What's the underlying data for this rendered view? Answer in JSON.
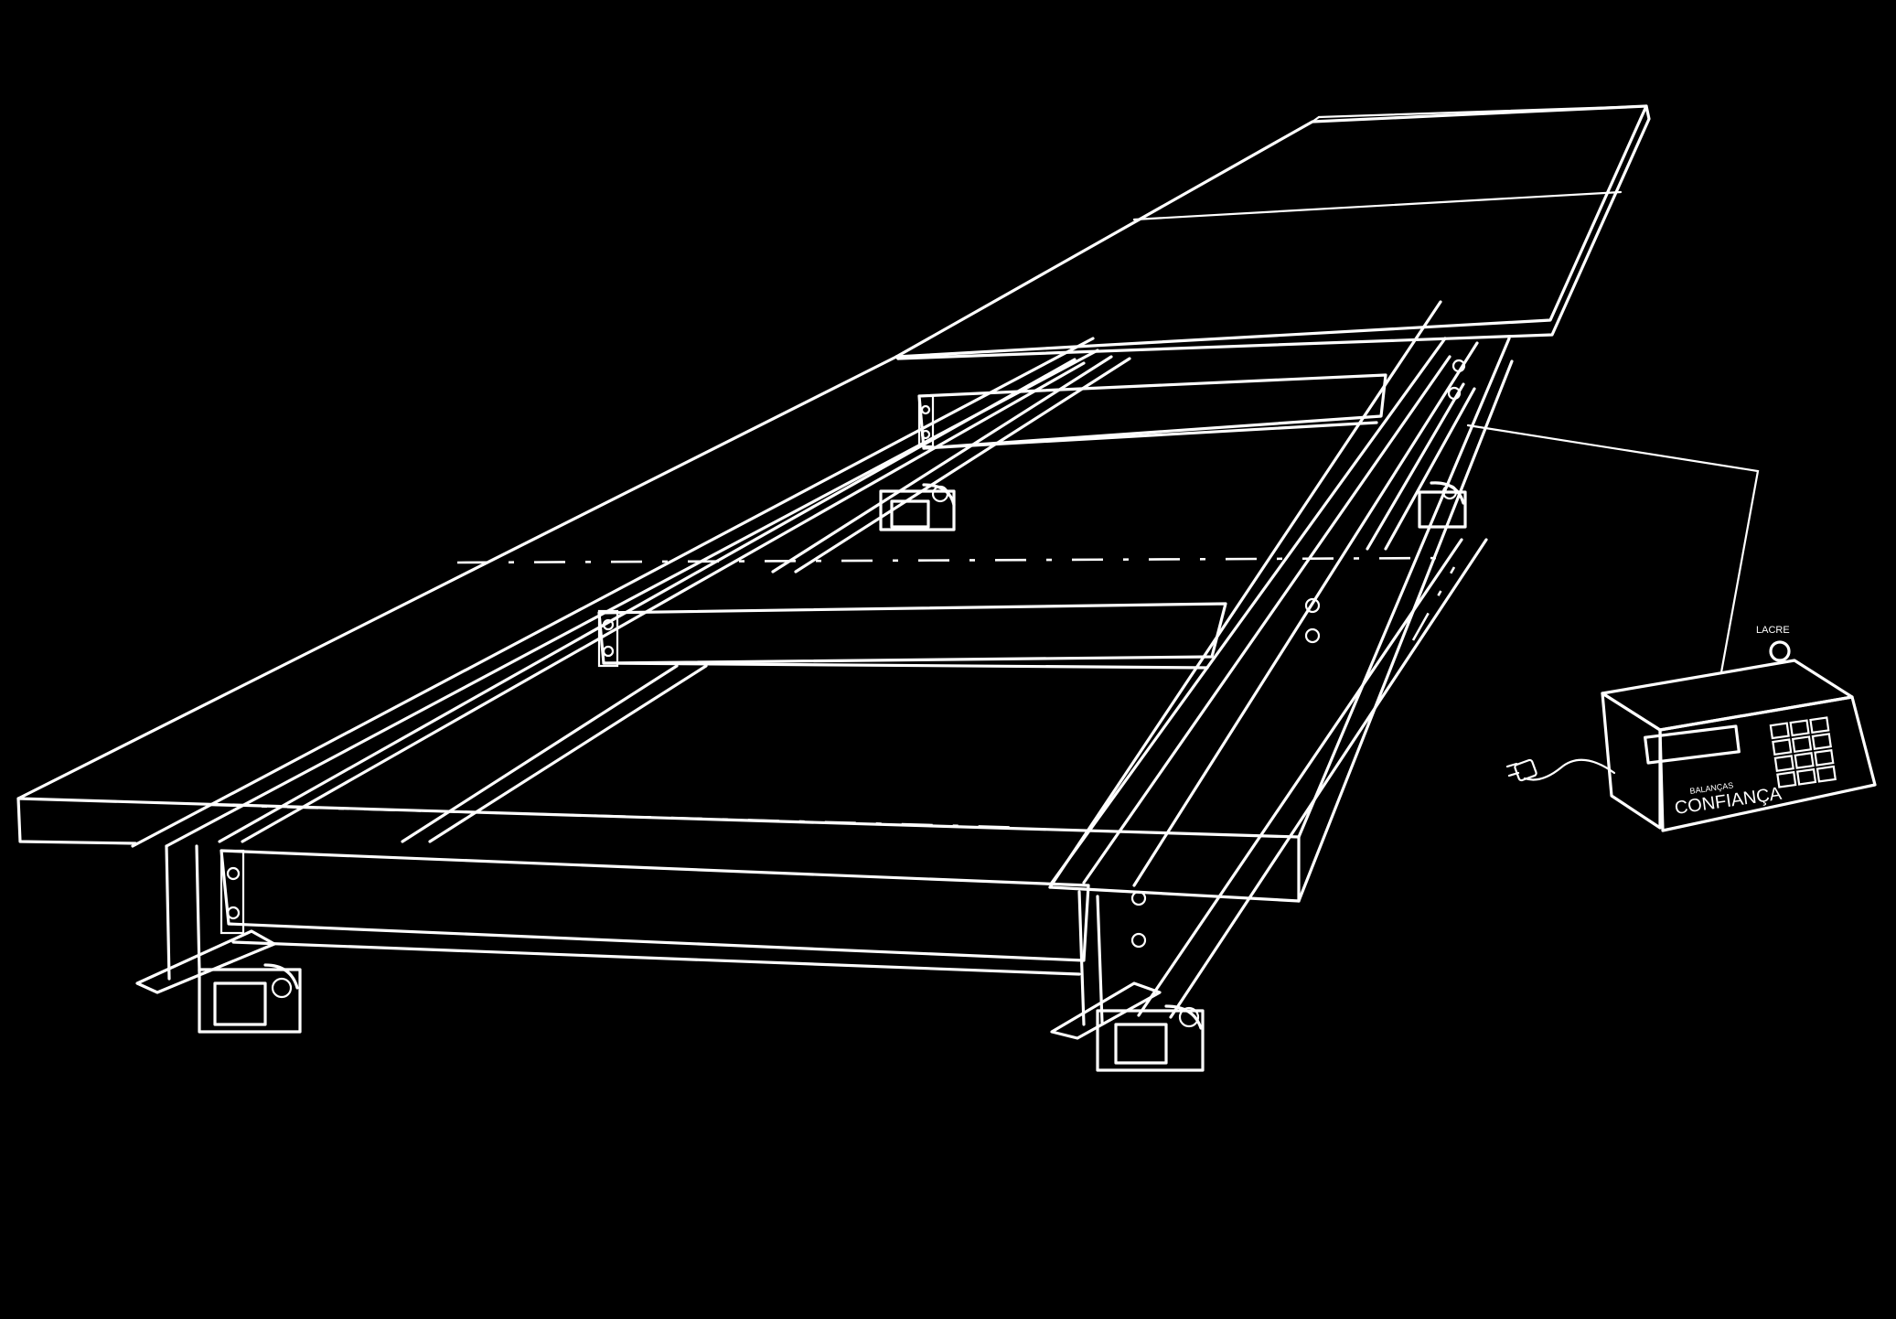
{
  "indicator": {
    "seal_label": "LACRE",
    "brand_small": "BALANÇAS",
    "brand_name": "CONFIANÇA"
  },
  "colors": {
    "background": "#000000",
    "line": "#ffffff"
  }
}
